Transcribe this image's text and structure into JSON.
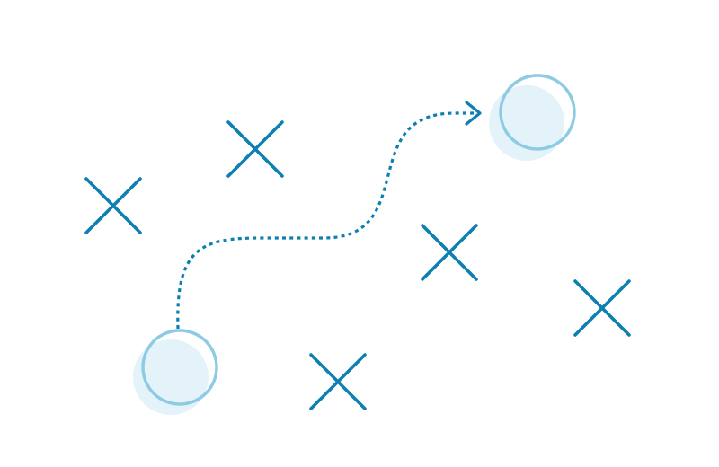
{
  "colors": {
    "background": "#ffffff",
    "x_marker": "#0d7fb0",
    "path": "#0d7fb0",
    "circle_stroke": "#8ccbe3",
    "circle_fill": "#e4f2fa"
  },
  "diagram": {
    "path_style": "dotted",
    "markers": [
      {
        "kind": "x",
        "icon": "x-mark-icon"
      },
      {
        "kind": "x",
        "icon": "x-mark-icon"
      },
      {
        "kind": "x",
        "icon": "x-mark-icon"
      },
      {
        "kind": "x",
        "icon": "x-mark-icon"
      },
      {
        "kind": "x",
        "icon": "x-mark-icon"
      }
    ],
    "start": {
      "icon": "start-circle-icon"
    },
    "end": {
      "icon": "end-circle-icon"
    },
    "arrow": {
      "icon": "arrowhead-icon"
    }
  }
}
